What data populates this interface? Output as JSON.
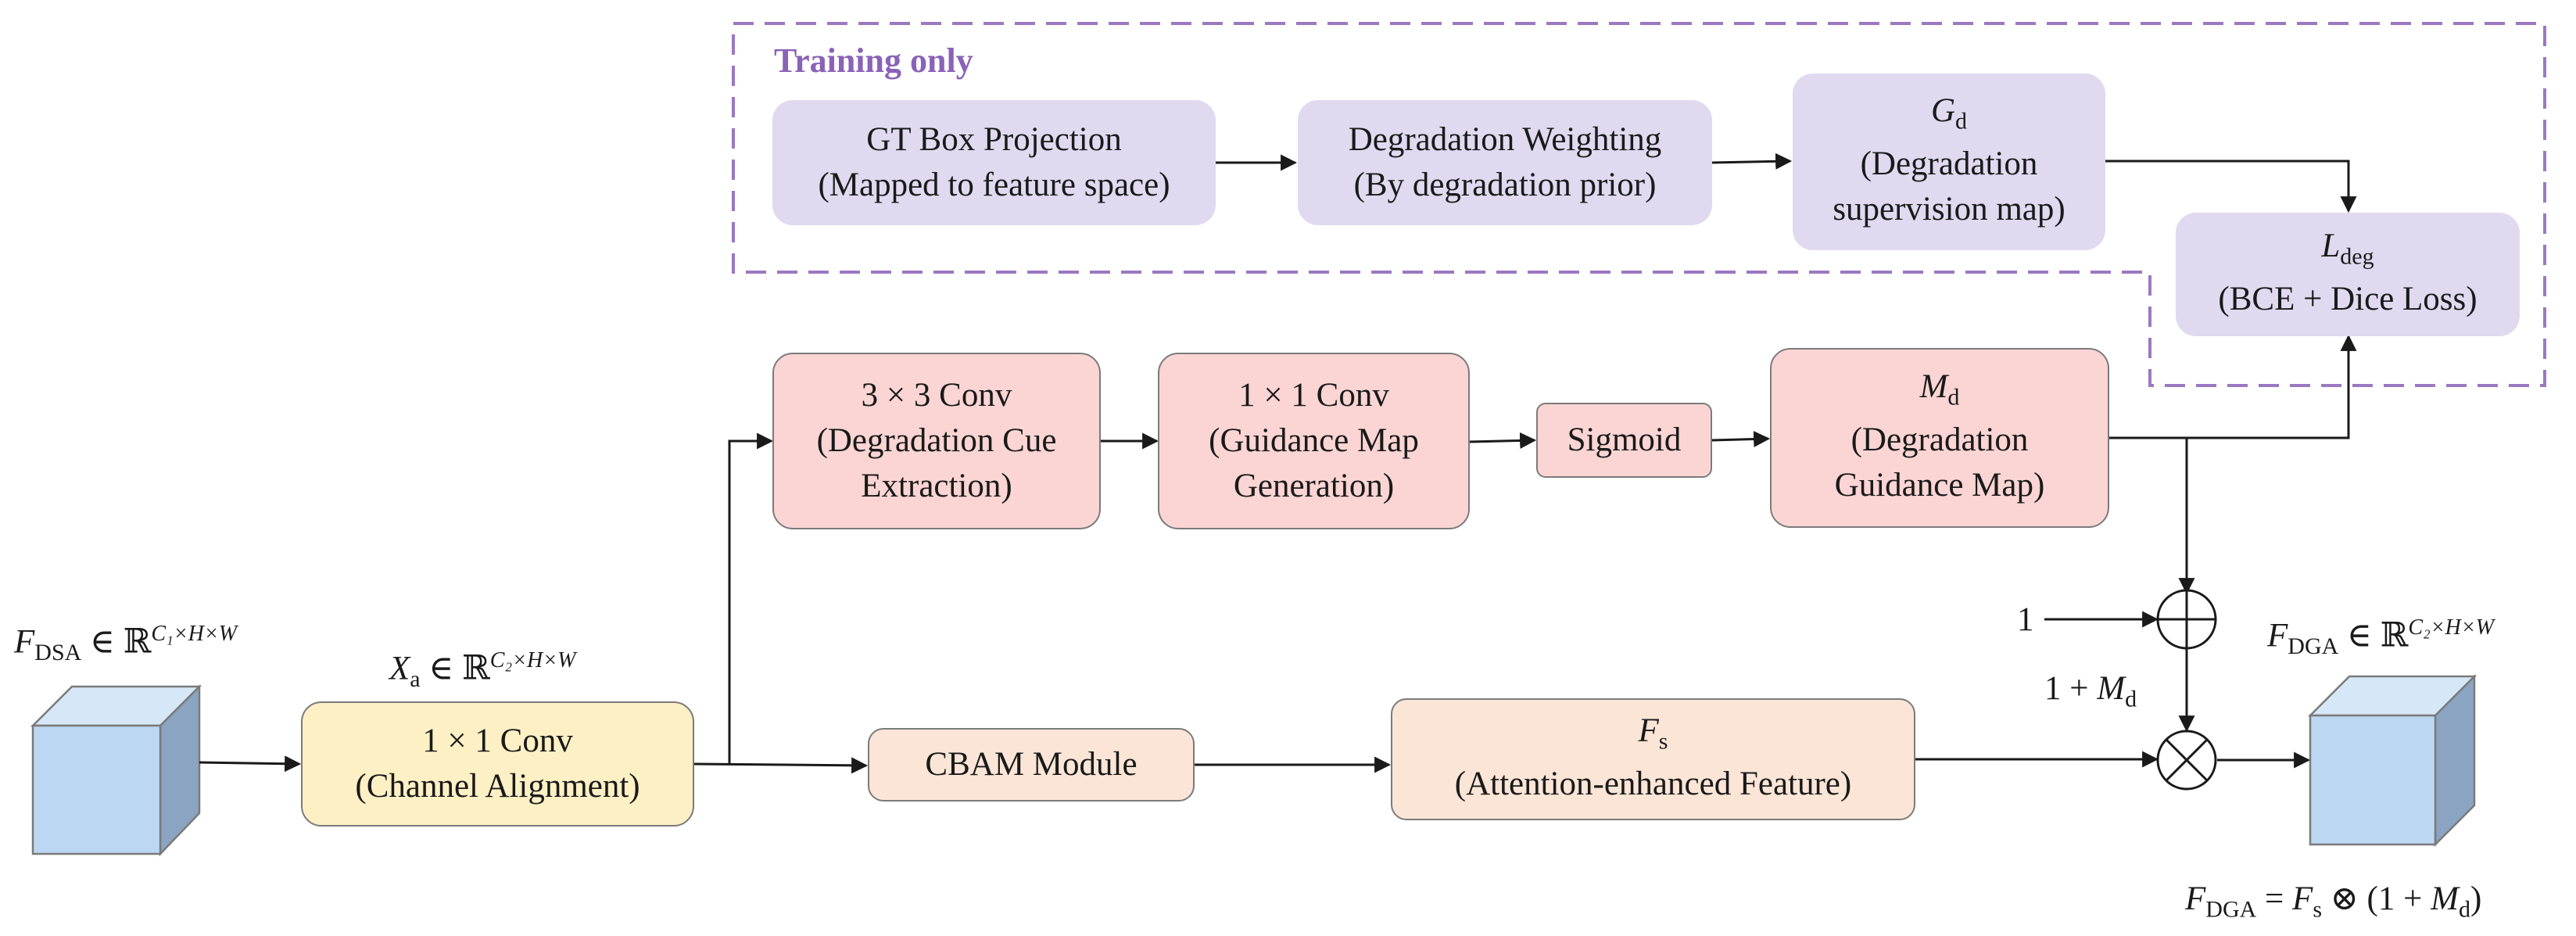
{
  "training_region": {
    "title": "Training only"
  },
  "nodes": {
    "gt_box": {
      "line1": "GT Box Projection",
      "line2": "(Mapped to feature space)"
    },
    "deg_weight": {
      "line1": "Degradation Weighting",
      "line2": "(By degradation prior)"
    },
    "gd": {
      "symbol": "G",
      "sub": "d",
      "line2": "(Degradation",
      "line3": "supervision map)"
    },
    "ldeg": {
      "symbol": "L",
      "sub": "deg",
      "line2": "(BCE  + Dice Loss)"
    },
    "conv3": {
      "line1": "3 × 3 Conv",
      "line2": "(Degradation Cue",
      "line3": "Extraction)"
    },
    "conv1_guid": {
      "line1": "1 × 1 Conv",
      "line2": "(Guidance Map",
      "line3": "Generation)"
    },
    "sigmoid": {
      "line1": "Sigmoid"
    },
    "md": {
      "symbol": "M",
      "sub": "d",
      "line2": "(Degradation",
      "line3": "Guidance Map)"
    },
    "conv1_align": {
      "line1": "1 × 1 Conv",
      "line2": "(Channel Alignment)"
    },
    "cbam": {
      "line1": "CBAM Module"
    },
    "fs": {
      "symbol": "F",
      "sub": "s",
      "line2": "(Attention-enhanced Feature)"
    }
  },
  "labels": {
    "fdsa": {
      "symbol": "F",
      "sub": "DSA",
      "rel": " ∈ ℝ",
      "sup": "C₁×H×W"
    },
    "xa": {
      "symbol": "X",
      "sub": "a",
      "rel": " ∈ ℝ",
      "sup": "C₂×H×W"
    },
    "fdga_top": {
      "symbol": "F",
      "sub": "DGA",
      "rel": " ∈ ℝ",
      "sup": "C₂×H×W"
    },
    "one": "1",
    "one_plus_md": {
      "prefix": "1 + ",
      "symbol": "M",
      "sub": "d"
    },
    "formula": {
      "lhs": "F",
      "lhs_sub": "DGA",
      "eq": " = ",
      "f": "F",
      "f_sub": "s",
      "op": " ⊗ (1 + ",
      "m": "M",
      "m_sub": "d",
      "close": ")"
    }
  },
  "operators": {
    "add": "⊕",
    "multiply": "⊗"
  },
  "colors": {
    "training_border": "#9b78c2",
    "training_title": "#8a62b8",
    "purple_box": "#e0d9f0",
    "pink_box": "#fad5d3",
    "yellow_box": "#fdf0c4",
    "peach_box": "#fbe5d6",
    "cube_front": "#bcd7f2",
    "cube_side": "#8aa4c2"
  }
}
